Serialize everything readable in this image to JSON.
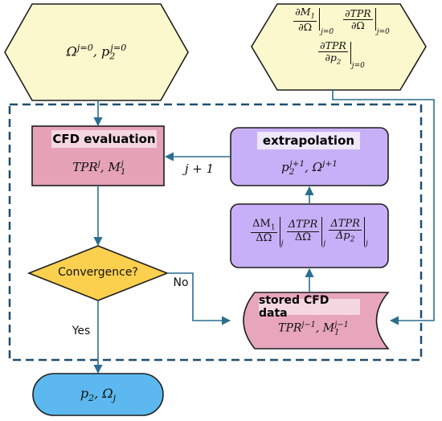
{
  "start_node": {
    "text": "Ω^{j=0}, p_2^{j=0}"
  },
  "derivs_node": {
    "line1": "∂M1/∂Ω|_{j=0}  ∂TPR/∂Ω|_{j=0}",
    "line2": "∂TPR/∂p2|_{j=0}"
  },
  "cfd_evaluation": {
    "title": "CFD evaluation",
    "outputs": "TPR^j, M_1^j"
  },
  "extrapolation": {
    "title": "extrapolation",
    "outputs": "p_2^{j+1}, Ω^{j+1}"
  },
  "finite_differences": {
    "text": "ΔM1/ΔΩ|_j  ΔTPR/ΔΩ|_j  ΔTPR/Δp2|_j"
  },
  "convergence": {
    "question": "Convergence?"
  },
  "stored_data": {
    "title": "stored CFD data",
    "contents": "TPR^{j-1}, M_1^{j-1}"
  },
  "result_node": {
    "text": "p_2, Ω_j"
  },
  "edge_labels": {
    "iterate": "j + 1",
    "no": "No",
    "yes": "Yes"
  },
  "colors": {
    "start_fill": "#fbf8cd",
    "cfd_fill": "#e6a2b7",
    "violet_fill": "#c8b0f8",
    "decision_fill": "#fcd04f",
    "stored_fill": "#e8a6bd",
    "result_fill": "#5cb8ee",
    "edge": "#2a6f8e",
    "frame": "#1f4e6f"
  }
}
